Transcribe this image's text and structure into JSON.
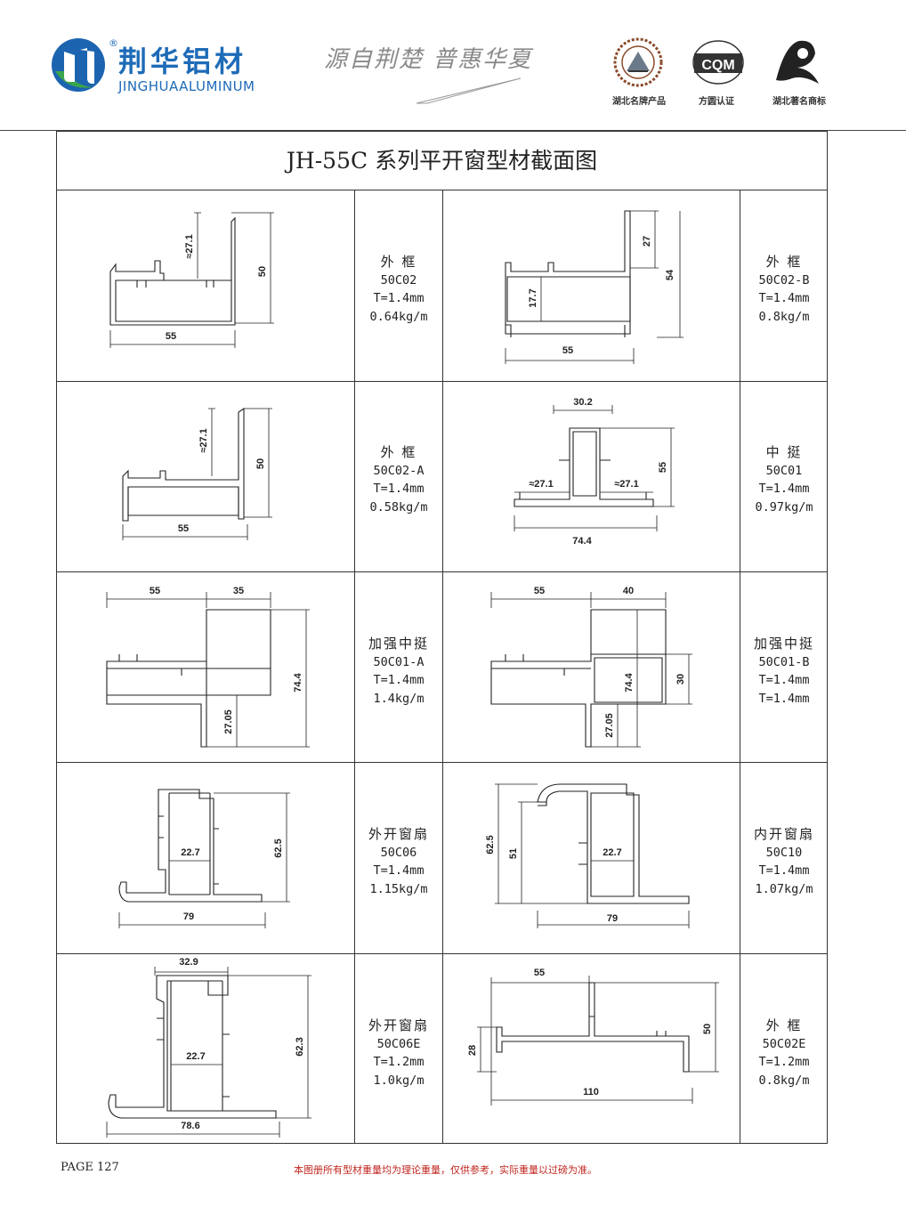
{
  "header": {
    "brand_cn": "荆华铝材",
    "brand_en": "JINGHUAALUMINUM",
    "reg_mark": "®",
    "slogan": "源自荆楚  普惠华夏",
    "certs": [
      {
        "label": "湖北名牌产品",
        "icon": "provincial-brand-seal-icon"
      },
      {
        "label": "方圆认证",
        "icon": "cqm-certification-icon",
        "text": "CQM"
      },
      {
        "label": "湖北著名商标",
        "icon": "famous-trademark-icon"
      }
    ],
    "colors": {
      "brand_blue": "#1e6bb8",
      "logo_green": "#3aa54a",
      "logo_blue": "#1c64b0",
      "note_red": "#c0261f"
    }
  },
  "title": "JH-55C 系列平开窗型材截面图",
  "rows": [
    [
      {
        "dims": [
          "≈27.1",
          "50",
          "55"
        ],
        "name": "外 框",
        "code": "50C02",
        "t": "T=1.4mm",
        "w": "0.64kg/m"
      },
      {
        "dims": [
          "27",
          "54",
          "17.7",
          "55"
        ],
        "name": "外 框",
        "code": "50C02-B",
        "t": "T=1.4mm",
        "w": "0.8kg/m"
      }
    ],
    [
      {
        "dims": [
          "≈27.1",
          "50",
          "55"
        ],
        "name": "外 框",
        "code": "50C02-A",
        "t": "T=1.4mm",
        "w": "0.58kg/m"
      },
      {
        "dims": [
          "30.2",
          "55",
          "≈27.1",
          "≈27.1",
          "74.4"
        ],
        "name": "中 挺",
        "code": "50C01",
        "t": "T=1.4mm",
        "w": "0.97kg/m"
      }
    ],
    [
      {
        "dims": [
          "55",
          "35",
          "74.4",
          "27.05"
        ],
        "name": "加强中挺",
        "code": "50C01-A",
        "t": "T=1.4mm",
        "w": "1.4kg/m"
      },
      {
        "dims": [
          "55",
          "40",
          "74.4",
          "30",
          "27.05"
        ],
        "name": "加强中挺",
        "code": "50C01-B",
        "t": "T=1.4mm",
        "w": "T=1.4mm"
      }
    ],
    [
      {
        "dims": [
          "22.7",
          "62.5",
          "79"
        ],
        "name": "外开窗扇",
        "code": "50C06",
        "t": "T=1.4mm",
        "w": "1.15kg/m"
      },
      {
        "dims": [
          "62.5",
          "51",
          "22.7",
          "79"
        ],
        "name": "内开窗扇",
        "code": "50C10",
        "t": "T=1.4mm",
        "w": "1.07kg/m"
      }
    ],
    [
      {
        "dims": [
          "32.9",
          "22.7",
          "62.3",
          "78.6"
        ],
        "name": "外开窗扇",
        "code": "50C06E",
        "t": "T=1.2mm",
        "w": "1.0kg/m"
      },
      {
        "dims": [
          "55",
          "28",
          "50",
          "110"
        ],
        "name": "外 框",
        "code": "50C02E",
        "t": "T=1.2mm",
        "w": "0.8kg/m"
      }
    ]
  ],
  "footer": {
    "page": "PAGE 127",
    "note": "本图册所有型材重量均为理论重量，仅供参考，实际重量以过磅为准。"
  }
}
